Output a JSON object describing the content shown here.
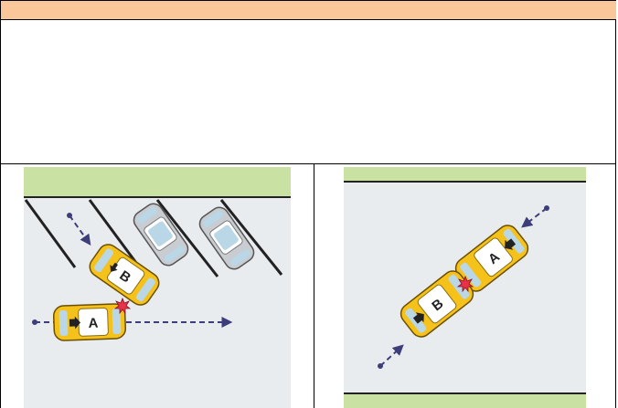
{
  "colors": {
    "header_band": "#f9c79a",
    "grass": "#c9e2a3",
    "road": "#e9ecef",
    "car_involved": "#f5c21b",
    "car_parked": "#c9ccd0",
    "impact": "#e8324a",
    "path_arrow": "#3d3d7a"
  },
  "icons": {
    "collision_marker": "starburst-icon",
    "travel_path": "dashed-arrow-icon",
    "direction_indicator": "arrow-icon"
  },
  "left_diagram": {
    "car_a_label": "A",
    "car_b_label": "B"
  },
  "right_diagram": {
    "car_a_label": "A",
    "car_b_label": "B"
  }
}
